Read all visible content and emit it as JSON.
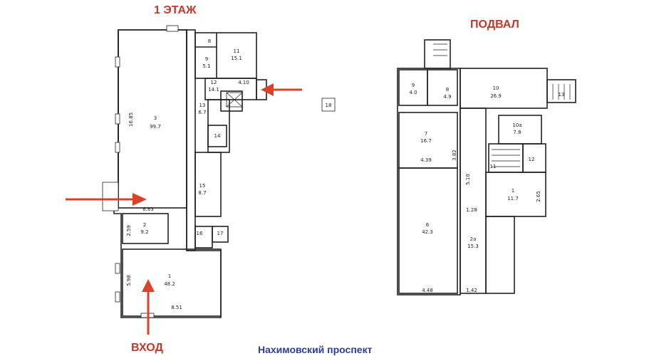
{
  "headings": {
    "floor1": "1 ЭТАЖ",
    "basement": "ПОДВАЛ",
    "entrance": "ВХОД",
    "street": "Нахимовский проспект"
  },
  "floor1": {
    "rooms": [
      {
        "num": "3",
        "area": "99.7"
      },
      {
        "num": "2",
        "area": "9.2"
      },
      {
        "num": "1",
        "area": "48.2"
      },
      {
        "num": "8",
        "area": ""
      },
      {
        "num": "9",
        "area": "5.1"
      },
      {
        "num": "11",
        "area": "15.1"
      },
      {
        "num": "12",
        "area": "14.1"
      },
      {
        "num": "13",
        "area": "6.7"
      },
      {
        "num": "14",
        "area": ""
      },
      {
        "num": "15",
        "area": "8.7"
      },
      {
        "num": "16",
        "area": ""
      },
      {
        "num": "17",
        "area": ""
      },
      {
        "num": "18",
        "area": ""
      }
    ],
    "dims": [
      "16.85",
      "6.83",
      "2.59",
      "5.98",
      "8.51",
      "4.10"
    ]
  },
  "basement": {
    "rooms": [
      {
        "num": "9",
        "area": "4.0"
      },
      {
        "num": "8",
        "area": "4.9"
      },
      {
        "num": "10",
        "area": "26.9"
      },
      {
        "num": "13",
        "area": ""
      },
      {
        "num": "7",
        "area": "16.7"
      },
      {
        "num": "10а",
        "area": "7.8"
      },
      {
        "num": "11",
        "area": ""
      },
      {
        "num": "12",
        "area": ""
      },
      {
        "num": "1",
        "area": "11.7"
      },
      {
        "num": "6",
        "area": "42.3"
      },
      {
        "num": "2а",
        "area": "15.3"
      }
    ],
    "dims": [
      "4.39",
      "3.82",
      "5.10",
      "1.28",
      "2.65",
      "4.48",
      "1.42"
    ]
  },
  "colors": {
    "arrow": "#d9432a",
    "heading": "#c0392b",
    "street": "#2c3e9e",
    "wall": "#222222"
  }
}
